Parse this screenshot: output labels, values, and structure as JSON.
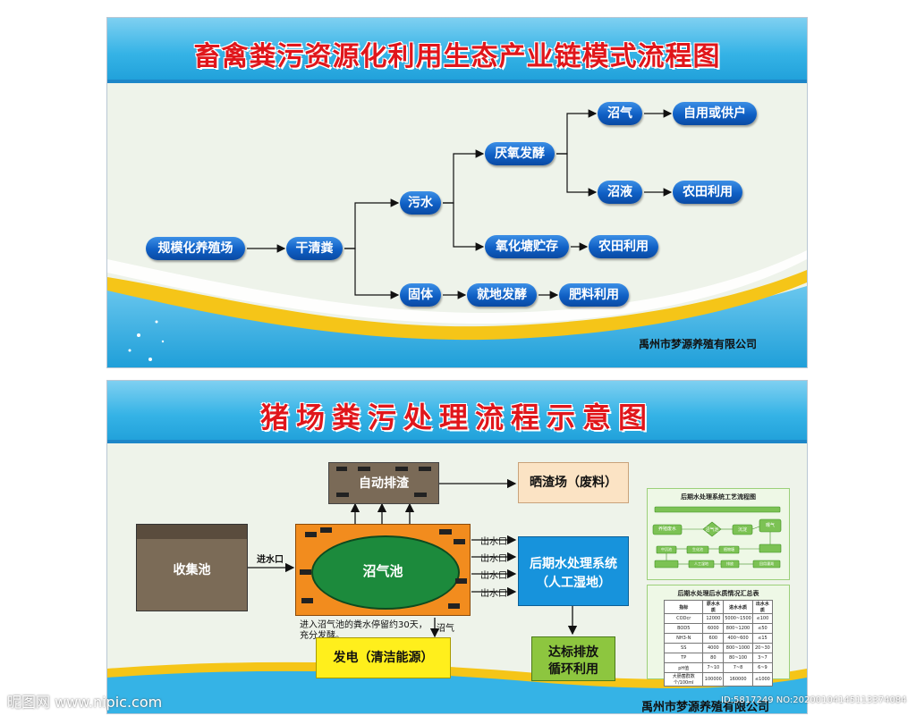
{
  "panel1": {
    "title": "畜禽粪污资源化利用生态产业链模式流程图",
    "company": "禹州市梦源养殖有限公司",
    "nodes": {
      "farm": "规模化养殖场",
      "dry_manure": "干清粪",
      "sewage": "污水",
      "anaerobic": "厌氧发酵",
      "biogas": "沼气",
      "self_use": "自用或供户",
      "slurry": "沼液",
      "farmland_1": "农田利用",
      "oxidation_pond": "氧化塘贮存",
      "farmland_2": "农田利用",
      "solid": "固体",
      "field_ferment": "就地发酵",
      "fertilizer": "肥料利用"
    },
    "edges": [
      [
        "farm",
        "dry_manure"
      ],
      [
        "dry_manure",
        "sewage"
      ],
      [
        "dry_manure",
        "solid"
      ],
      [
        "sewage",
        "anaerobic"
      ],
      [
        "sewage",
        "oxidation_pond"
      ],
      [
        "anaerobic",
        "biogas"
      ],
      [
        "anaerobic",
        "slurry"
      ],
      [
        "biogas",
        "self_use"
      ],
      [
        "slurry",
        "farmland_1"
      ],
      [
        "oxidation_pond",
        "farmland_2"
      ],
      [
        "solid",
        "field_ferment"
      ],
      [
        "field_ferment",
        "fertilizer"
      ]
    ]
  },
  "panel2": {
    "title": "猪场粪污处理流程示意图",
    "company": "禹州市梦源养殖有限公司",
    "slag": "自动排渣",
    "drying_field": "晒渣场（废料）",
    "collection_pool": "收集池",
    "inlet": "进水口",
    "digester": "沼气池",
    "outlet": "出水口",
    "post_system_line1": "后期水处理系统",
    "post_system_line2": "（人工湿地）",
    "note_line1": "进入沼气池的粪水停留约30天，",
    "note_line2": "充分发酵。",
    "biogas_label": "沼气",
    "power": "发电（清洁能源）",
    "discharge_line1": "达标排放",
    "discharge_line2": "循环利用",
    "mini_flow": {
      "title": "后期水处理系统工艺流程图",
      "boxes": [
        "养殖废水",
        "沼气池",
        "沉淀",
        "曝气",
        "中沉池",
        "生化池",
        "植物塘",
        "人工湿地",
        "排放",
        "回用灌溉"
      ]
    },
    "mini_table": {
      "title": "后期水处理后水质情况汇总表",
      "header": [
        "指标",
        "原水水质",
        "进水水质",
        "出水水质"
      ],
      "rows": [
        [
          "CODcr",
          "12000",
          "5000~1500",
          "≤100"
        ],
        [
          "BOD5",
          "6000",
          "800~1200",
          "≤50"
        ],
        [
          "NH3-N",
          "600",
          "400~600",
          "≤15"
        ],
        [
          "SS",
          "4000",
          "800~1000",
          "20~30"
        ],
        [
          "TP",
          "80",
          "80~100",
          "3~7"
        ],
        [
          "pH值",
          "7~10",
          "7~8",
          "6~9"
        ],
        [
          "大肠菌群数个/100ml",
          "100000",
          "160000",
          "≤1000"
        ]
      ]
    }
  },
  "watermark": {
    "site": "昵图网 www.nipic.com",
    "id": "ID:5817249 NO:20200104145113374084"
  },
  "colors": {
    "title_red": "#e0161b",
    "header_blue": "#35b3e6",
    "node_blue": "#0f5fc4",
    "accent_yellow": "#f5c518",
    "digester_orange": "#f28c1e",
    "digester_green": "#1c8a3c",
    "post_system_blue": "#1793dc",
    "power_yellow": "#ffef1c",
    "discharge_green": "#8dc63f",
    "collection_brown": "#7b6b57"
  }
}
